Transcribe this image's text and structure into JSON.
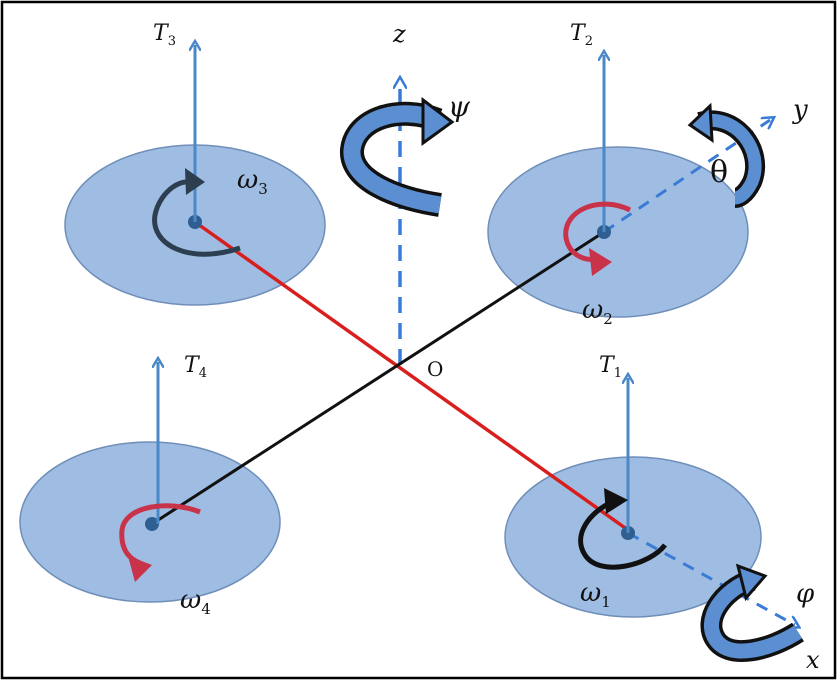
{
  "axes": {
    "z": "z",
    "y": "y",
    "x": "x",
    "origin": "O",
    "psi": "ψ",
    "theta": "θ",
    "phi": "φ"
  },
  "rotors": [
    {
      "id": "1",
      "thrust": "T",
      "thrust_sub": "1",
      "omega": "ω",
      "omega_sub": "1"
    },
    {
      "id": "2",
      "thrust": "T",
      "thrust_sub": "2",
      "omega": "ω",
      "omega_sub": "2"
    },
    {
      "id": "3",
      "thrust": "T",
      "thrust_sub": "3",
      "omega": "ω",
      "omega_sub": "3"
    },
    {
      "id": "4",
      "thrust": "T",
      "thrust_sub": "4",
      "omega": "ω",
      "omega_sub": "4"
    }
  ],
  "colors": {
    "disc_fill": "#9fbde3",
    "disc_stroke": "#6f8fb9",
    "thrust_arrow": "#4a88c7",
    "arm_red": "#d91e1e",
    "arm_black": "#111111",
    "spin_red": "#c8334a",
    "spin_dark": "#2c3e50",
    "rotation_arrow": "#5b8fd1",
    "axis_dash": "#3a7bd5"
  }
}
